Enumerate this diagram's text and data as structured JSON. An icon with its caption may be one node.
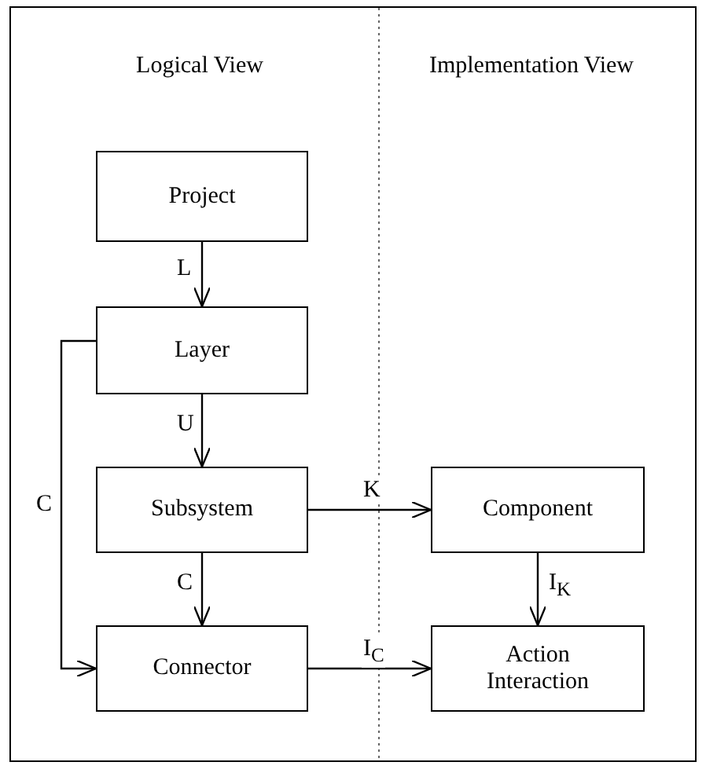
{
  "diagram": {
    "nodes": [
      {
        "text": [
          "Project"
        ]
      },
      {
        "text": [
          "Layer"
        ]
      },
      {
        "text": [
          "Subsystem"
        ]
      },
      {
        "text": [
          "Connector"
        ]
      },
      {
        "text": [
          "Component"
        ]
      },
      {
        "text": [
          "Action Interaction"
        ]
      }
    ],
    "edges": [
      {
        "from": 0,
        "to": 1,
        "arrow": "to",
        "label": "L"
      },
      {
        "from": 1,
        "to": 2,
        "arrow": "to",
        "label": "U"
      },
      {
        "from": 1,
        "to": 3,
        "arrow": "to",
        "label": "C"
      },
      {
        "from": 2,
        "to": 3,
        "arrow": "to",
        "label": "C"
      },
      {
        "from": 2,
        "to": 4,
        "arrow": "to",
        "label": "K"
      },
      {
        "from": 4,
        "to": 5,
        "arrow": "to",
        "label": "I$_{K}$"
      },
      {
        "from": 3,
        "to": 5,
        "arrow": "to",
        "label": "I$_{C}$"
      }
    ],
    "labels": [
      "Logical View",
      "Implementation View"
    ]
  }
}
